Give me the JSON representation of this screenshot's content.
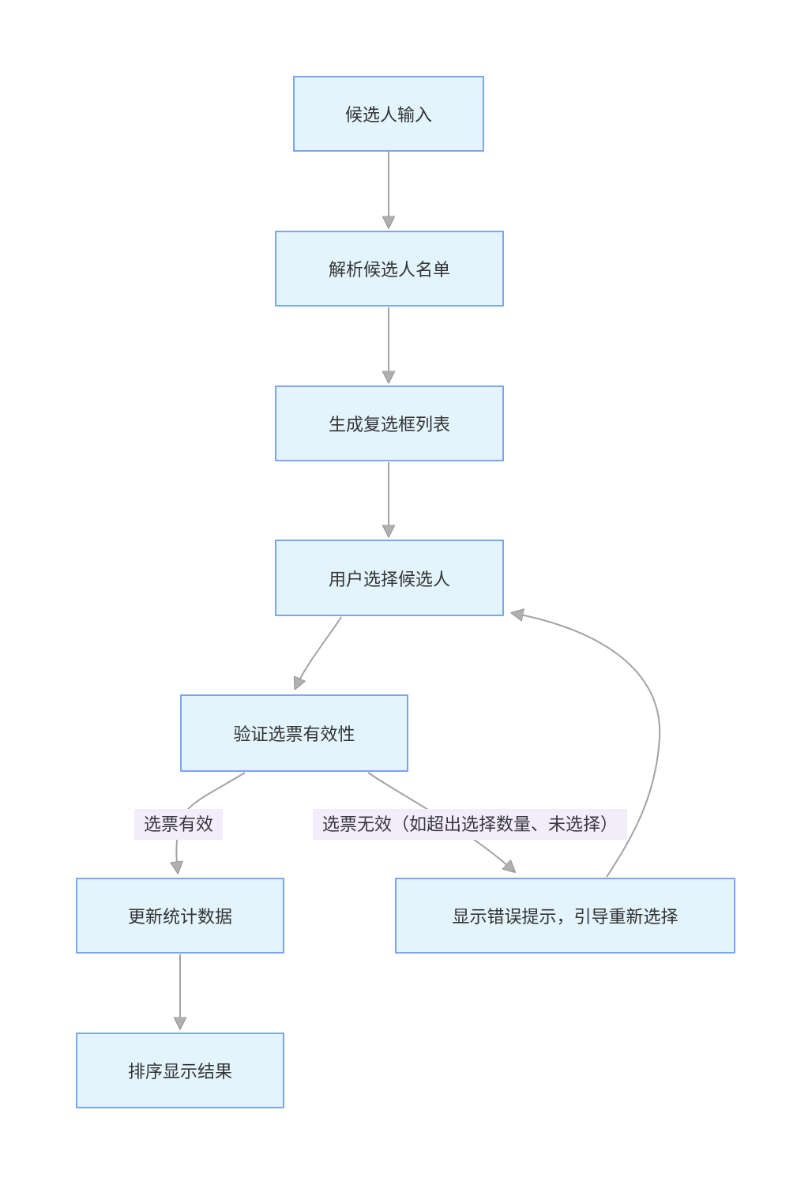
{
  "diagram": {
    "type": "flowchart",
    "direction": "top-down",
    "colors": {
      "node_fill": "#e3f4fd",
      "node_border": "#7aa5f2",
      "node_text": "#333333",
      "edge_line": "#a3a3a3",
      "arrowhead_fill": "#b0b0b0",
      "edge_label_bg": "#f3edfb",
      "edge_label_text": "#37373f",
      "background": "#ffffff"
    },
    "nodes": [
      {
        "id": "candidate-input",
        "label": "候选人输入"
      },
      {
        "id": "parse-candidate-list",
        "label": "解析候选人名单"
      },
      {
        "id": "generate-checkbox-list",
        "label": "生成复选框列表"
      },
      {
        "id": "user-select-candidate",
        "label": "用户选择候选人"
      },
      {
        "id": "validate-ballot",
        "label": "验证选票有效性"
      },
      {
        "id": "update-statistics",
        "label": "更新统计数据"
      },
      {
        "id": "sort-display-results",
        "label": "排序显示结果"
      },
      {
        "id": "show-error",
        "label": "显示错误提示，引导重新选择"
      }
    ],
    "edges": [
      {
        "from": "candidate-input",
        "to": "parse-candidate-list",
        "label": ""
      },
      {
        "from": "parse-candidate-list",
        "to": "generate-checkbox-list",
        "label": ""
      },
      {
        "from": "generate-checkbox-list",
        "to": "user-select-candidate",
        "label": ""
      },
      {
        "from": "user-select-candidate",
        "to": "validate-ballot",
        "label": ""
      },
      {
        "from": "validate-ballot",
        "to": "update-statistics",
        "label": "选票有效"
      },
      {
        "from": "validate-ballot",
        "to": "show-error",
        "label": "选票无效（如超出选择数量、未选择）"
      },
      {
        "from": "update-statistics",
        "to": "sort-display-results",
        "label": ""
      },
      {
        "from": "show-error",
        "to": "user-select-candidate",
        "label": ""
      }
    ]
  }
}
